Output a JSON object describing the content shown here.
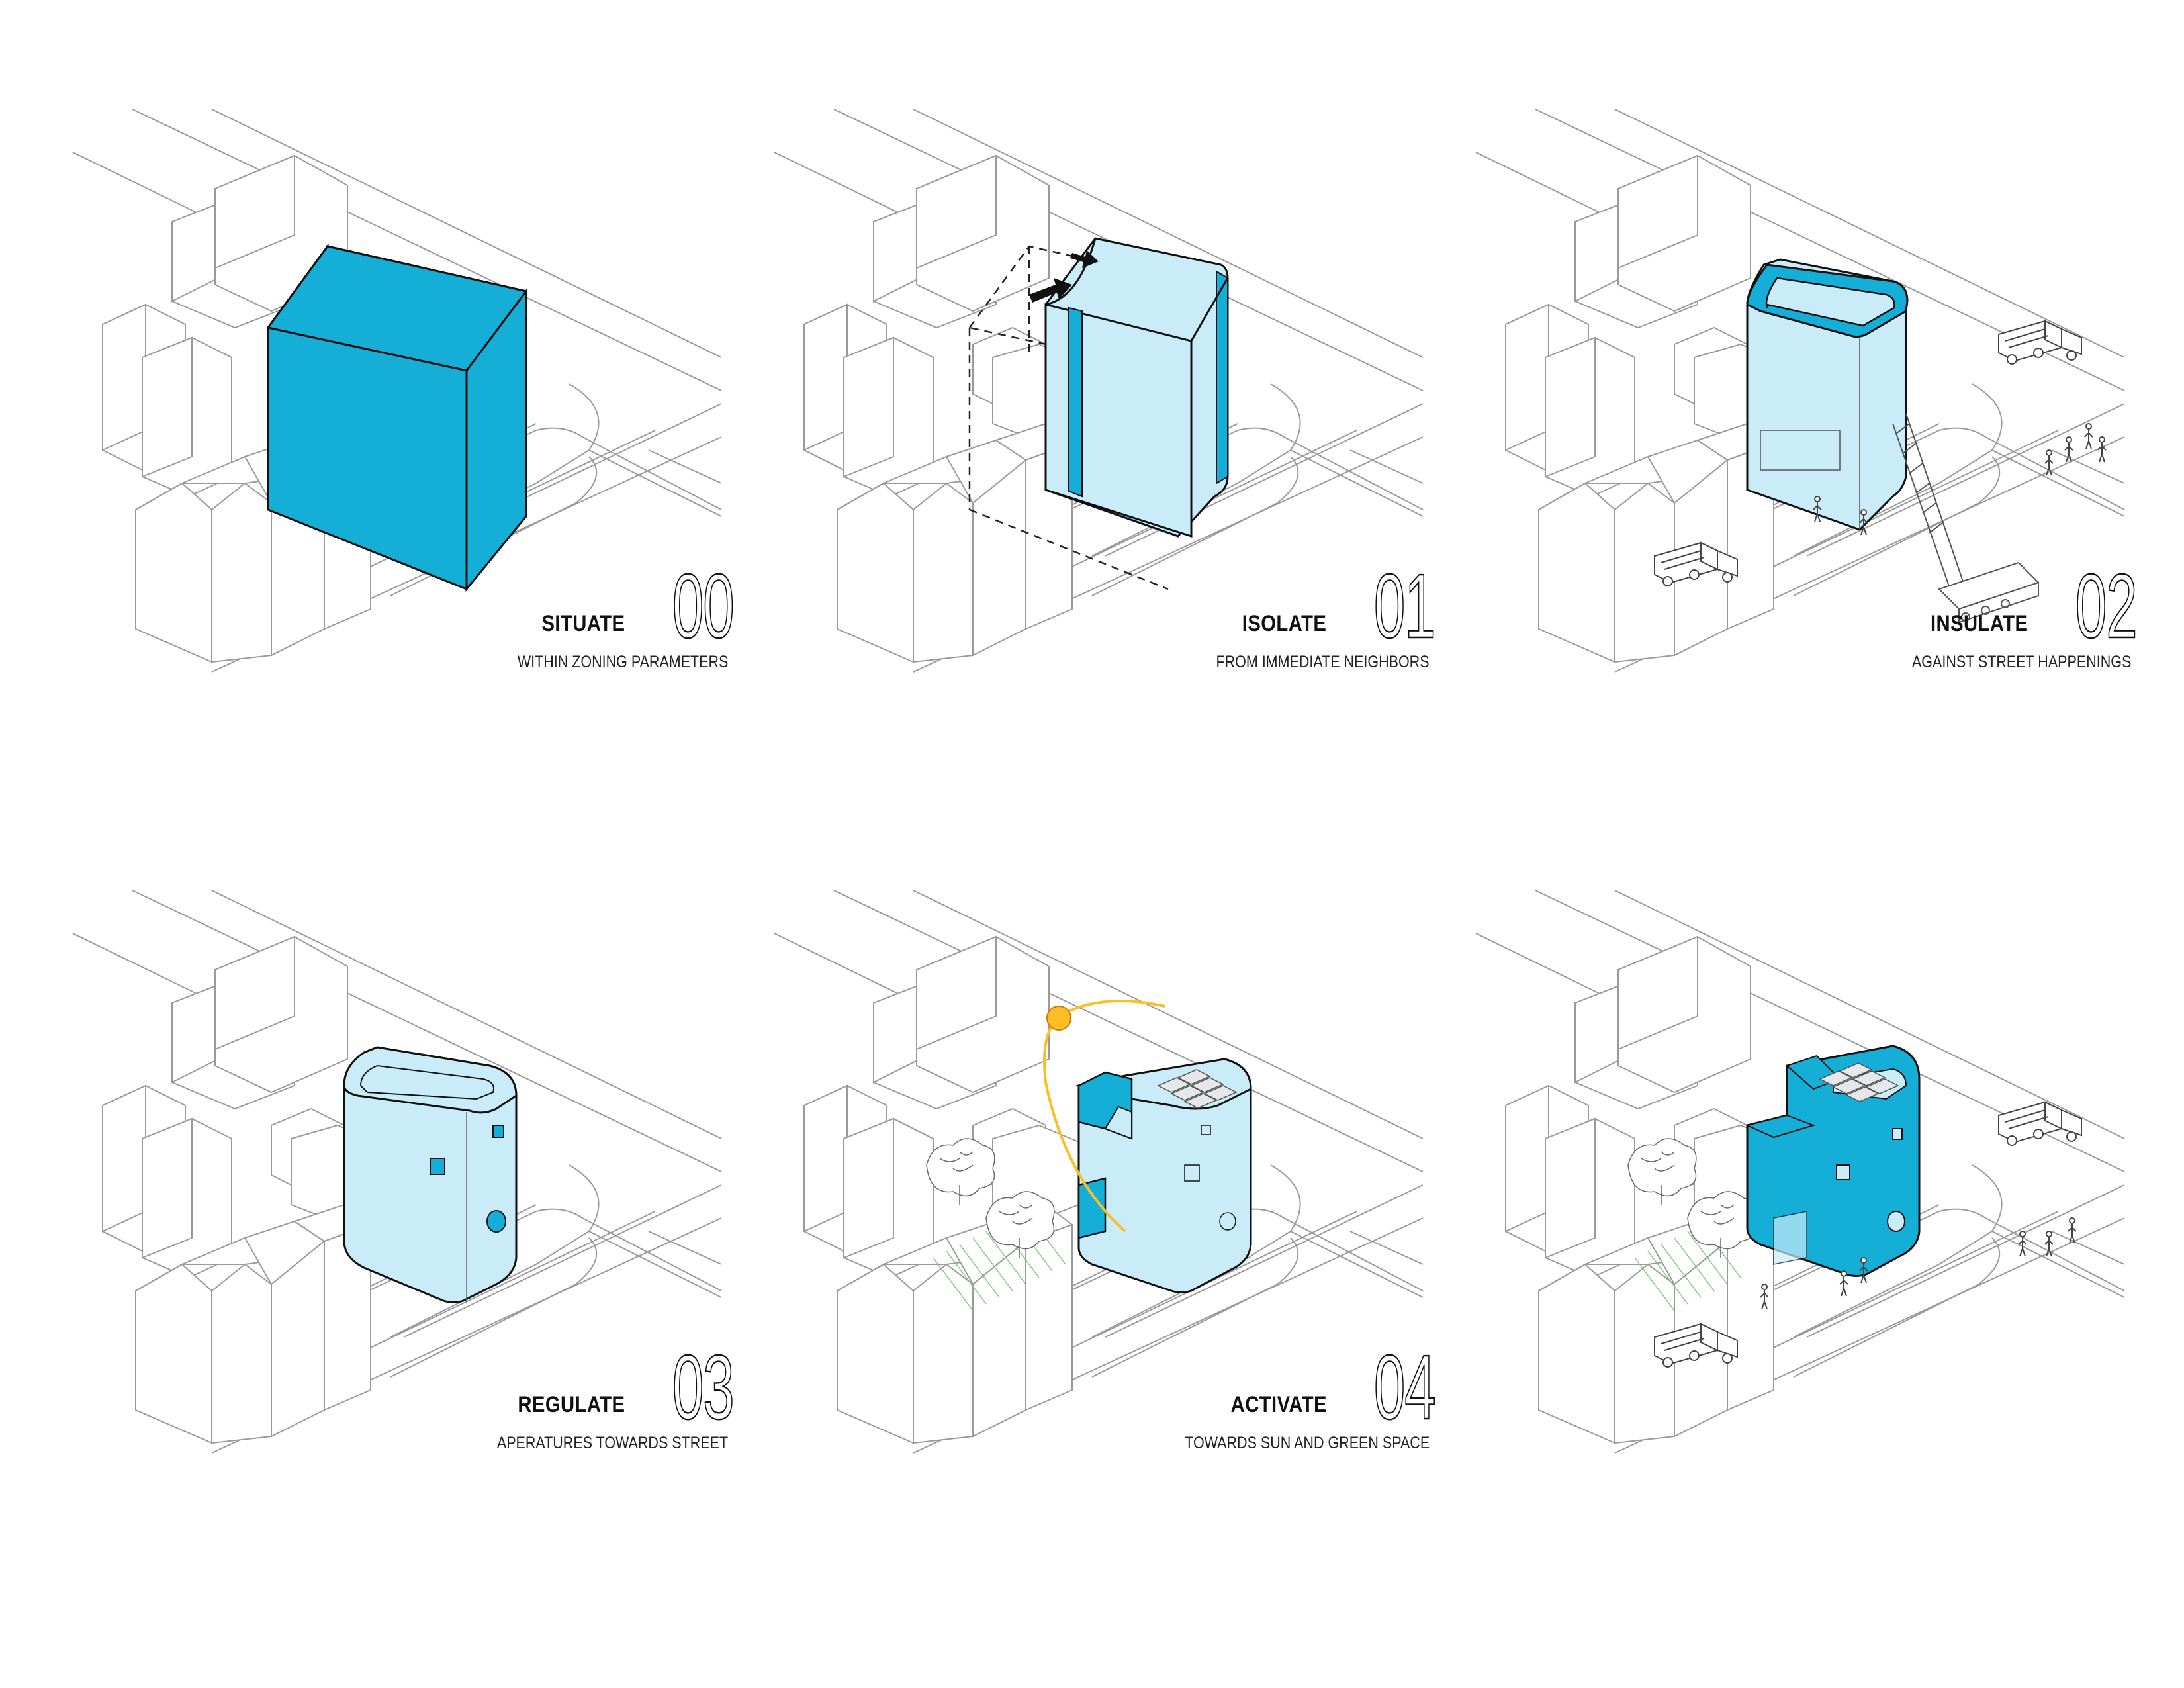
{
  "colors": {
    "accent_blue": "#14aed6",
    "light_blue": "#c9ecf8",
    "outline": "#111111",
    "context_line": "#9a9a9a",
    "sun": "#fbbf24",
    "green": "#7cc47a"
  },
  "steps": [
    {
      "label": "SITUATE",
      "number": "00",
      "subtitle": "WITHIN ZONING PARAMETERS"
    },
    {
      "label": "ISOLATE",
      "number": "01",
      "subtitle": "FROM IMMEDIATE NEIGHBORS"
    },
    {
      "label": "INSULATE",
      "number": "02",
      "subtitle": "AGAINST STREET HAPPENINGS"
    },
    {
      "label": "REGULATE",
      "number": "03",
      "subtitle": "APERATURES TOWARDS STREET"
    },
    {
      "label": "ACTIVATE",
      "number": "04",
      "subtitle": "TOWARDS SUN AND GREEN SPACE"
    },
    {
      "label": "",
      "number": "",
      "subtitle": ""
    }
  ]
}
